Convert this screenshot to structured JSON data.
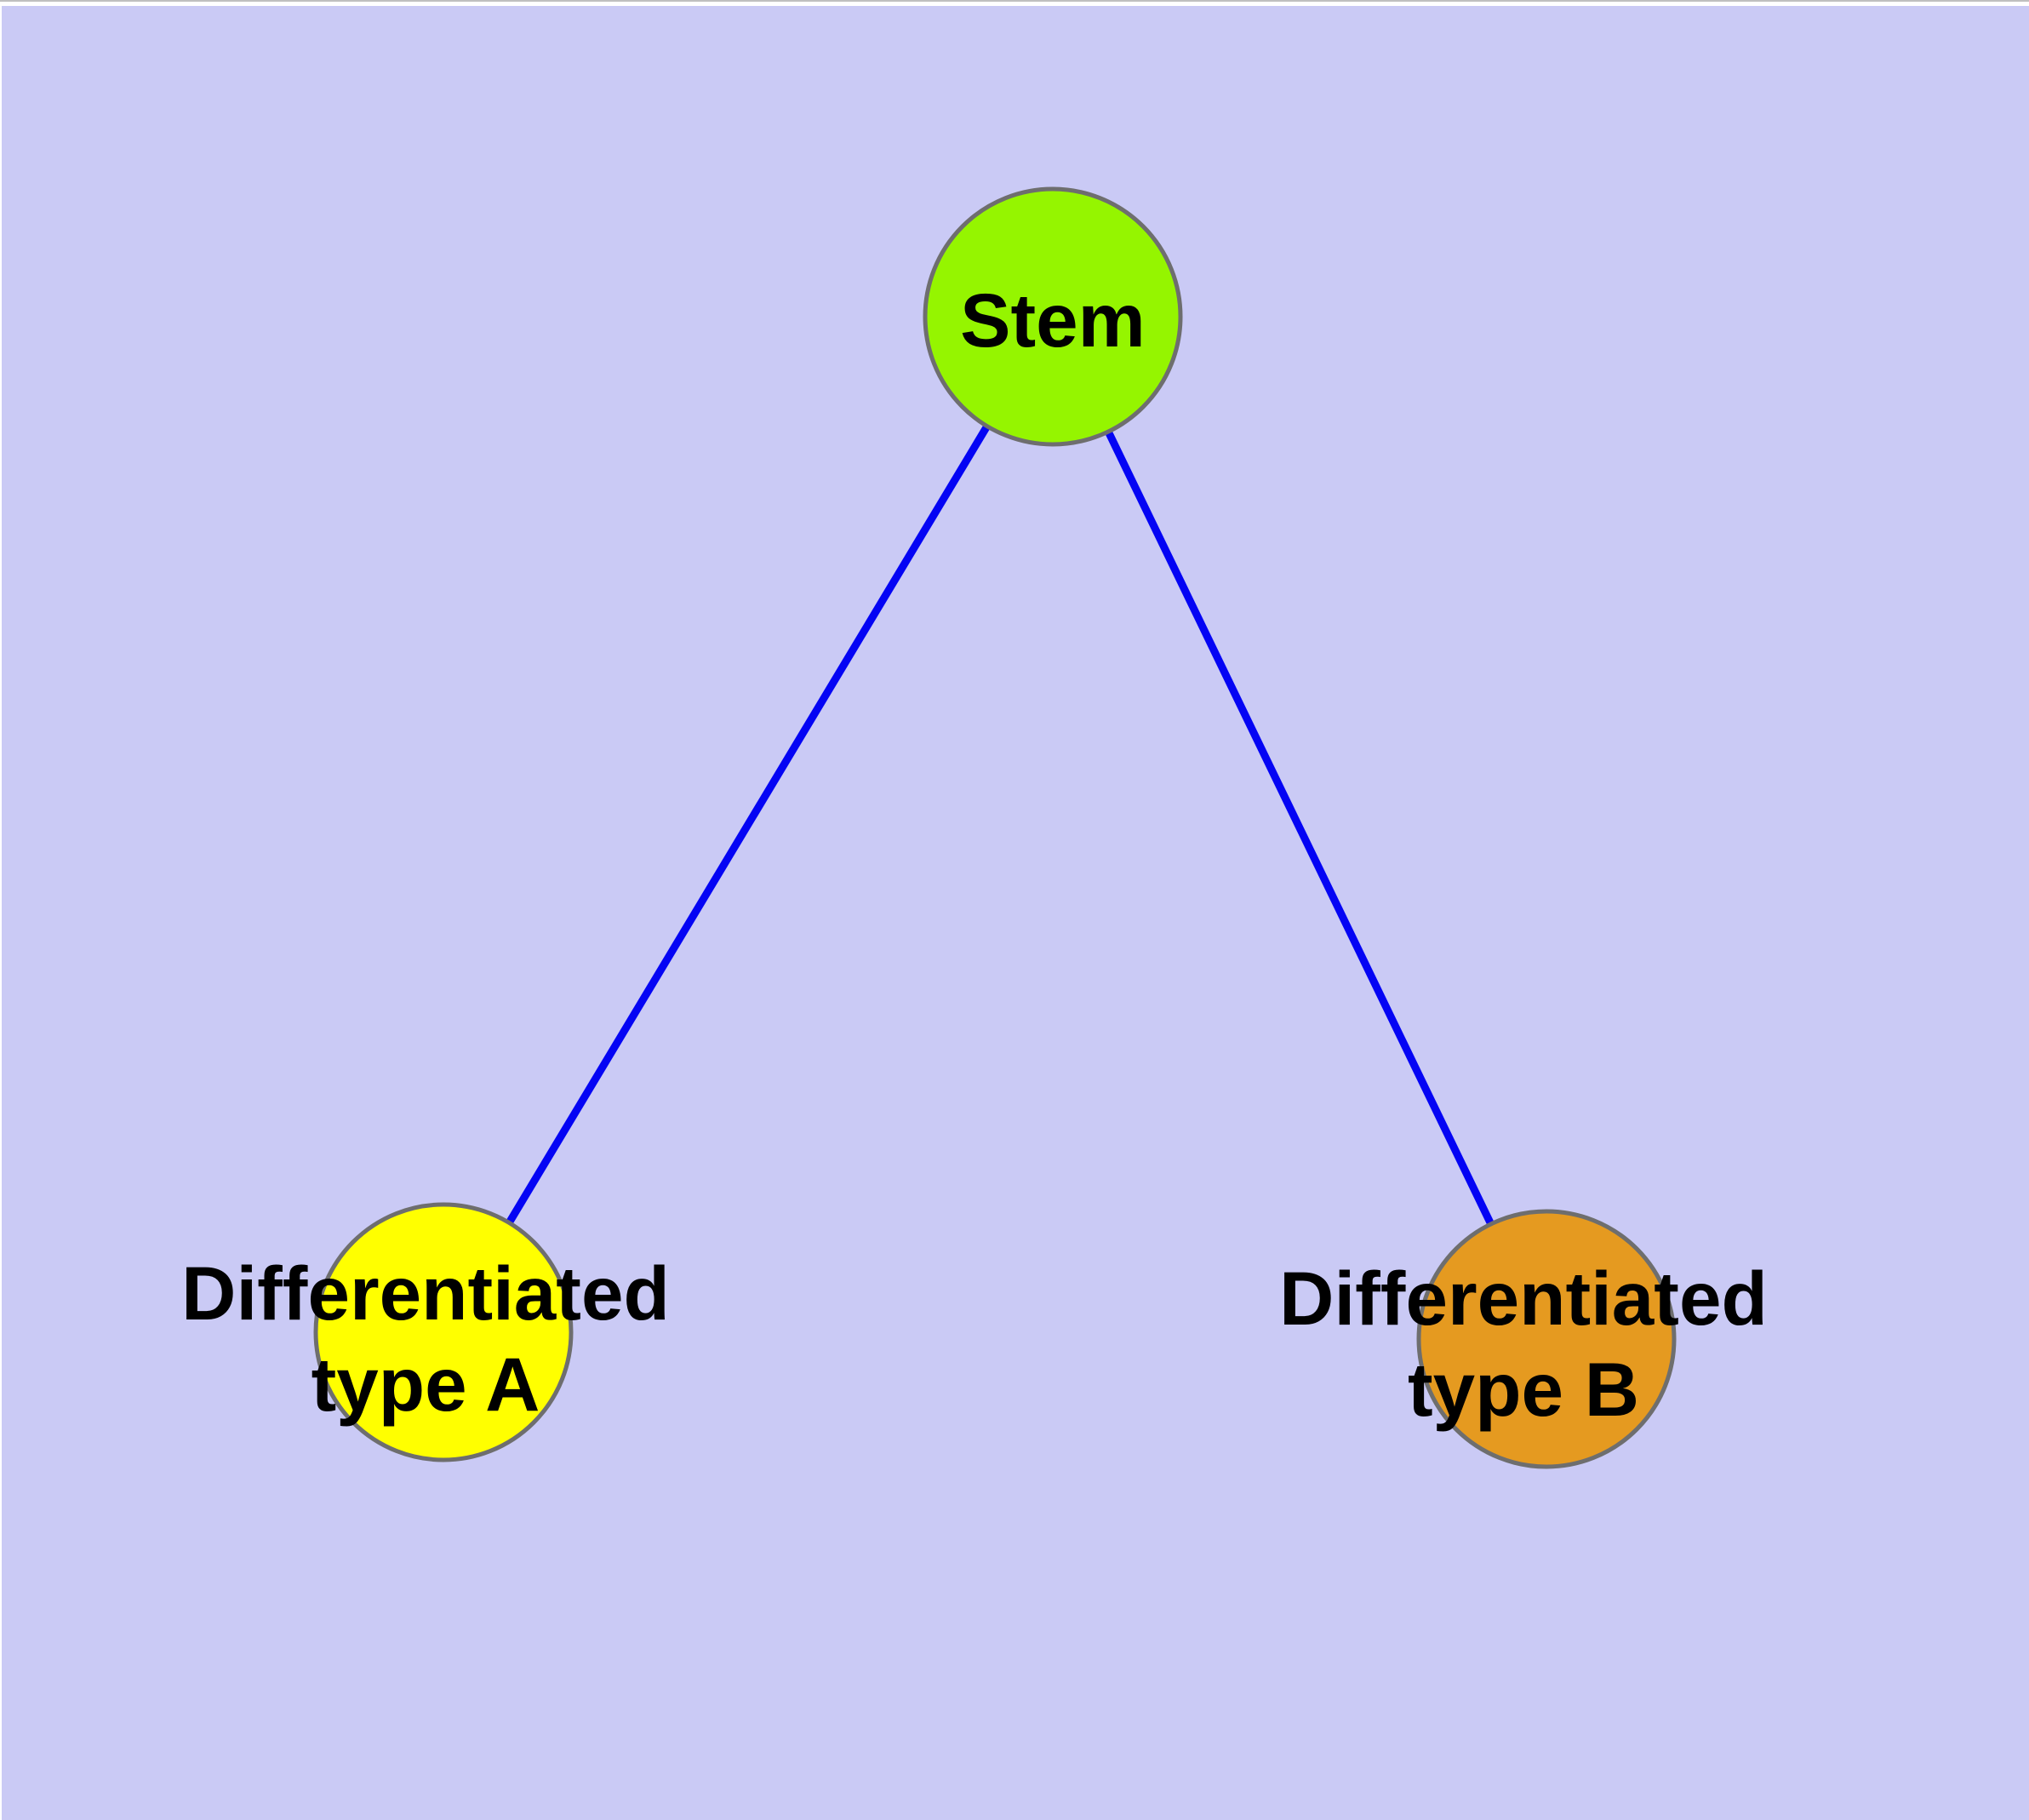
{
  "diagram": {
    "type": "node-link-graph",
    "background_color": "#CACAF5",
    "top_margin_color": "#FFFFFF",
    "top_hairline_color": "#BFBFBF",
    "edge_color": "#0404F4",
    "edge_width": "9",
    "node_border_color": "#6E6E6E",
    "node_border_width": "5",
    "label_color": "#000000",
    "nodes": {
      "stem": {
        "label": "Stem",
        "color": "#95F500"
      },
      "type_a": {
        "label_line1": "Differentiated",
        "label_line2": "type A",
        "full_label": "Differentiated type A",
        "color": "#FFFF00"
      },
      "type_b": {
        "label_line1": "Differentiated",
        "label_line2": "type B",
        "full_label": "Differentiated type B",
        "color": "#E59A20"
      }
    },
    "edges": [
      {
        "from": "Stem",
        "to": "Differentiated type A"
      },
      {
        "from": "Stem",
        "to": "Differentiated type B"
      }
    ]
  }
}
